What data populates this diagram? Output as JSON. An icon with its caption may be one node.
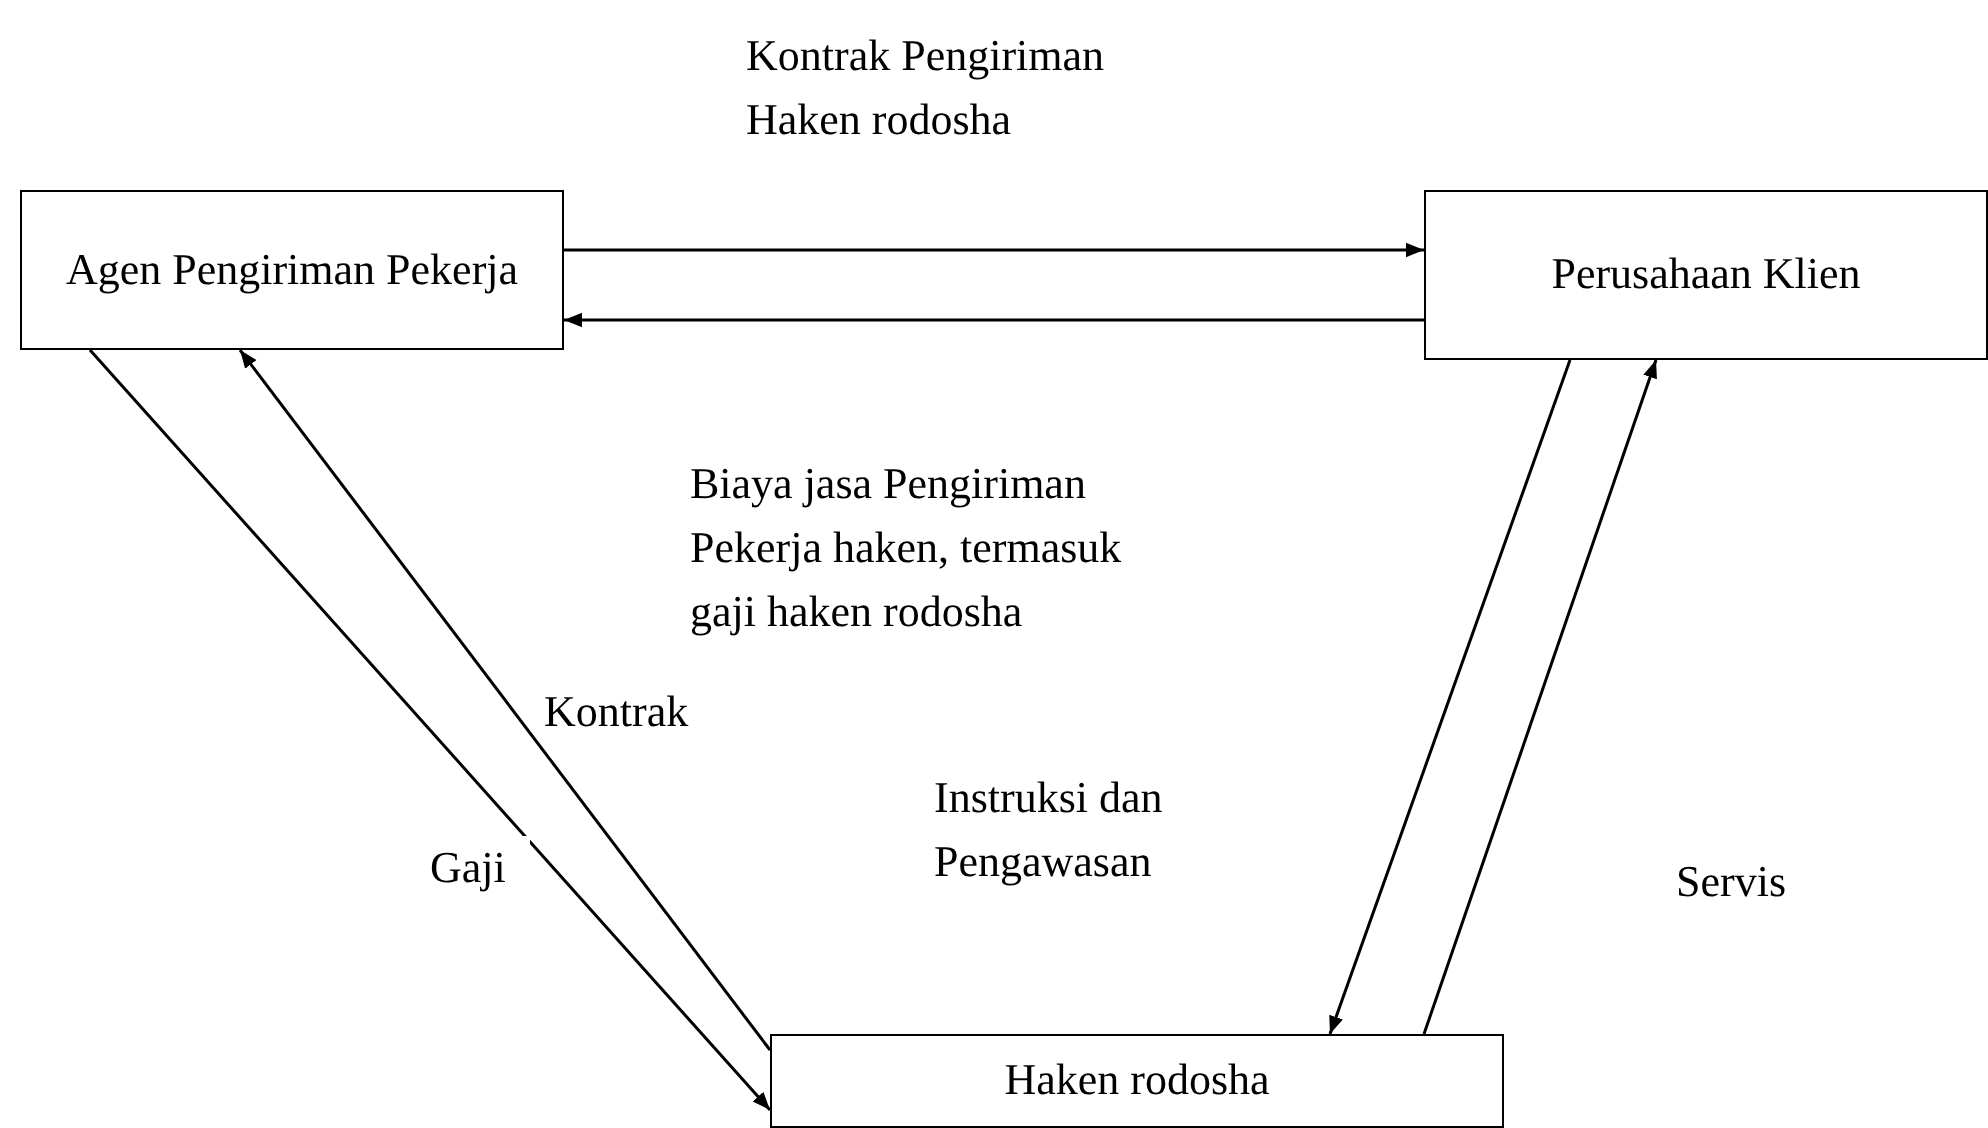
{
  "diagram": {
    "nodes": [
      {
        "text": [
          "Agen Pengiriman Pekerja"
        ]
      },
      {
        "text": [
          "Perusahaan Klien"
        ]
      },
      {
        "text": [
          "Haken rodosha"
        ]
      }
    ],
    "edges": [
      {
        "from": 0,
        "to": 1,
        "arrow": "to",
        "label": "Kontrak Pengiriman Haken rodosha"
      },
      {
        "from": 1,
        "to": 0,
        "arrow": "to",
        "label": "Biaya jasa Pengiriman Pekerja haken, termasuk gaji haken rodosha"
      },
      {
        "from": 0,
        "to": 2,
        "arrow": "to",
        "label": "Gaji"
      },
      {
        "from": 2,
        "to": 0,
        "arrow": "to",
        "label": "Kontrak"
      },
      {
        "from": 1,
        "to": 2,
        "arrow": "to",
        "label": "Instruksi dan Pengawasan"
      },
      {
        "from": 2,
        "to": 1,
        "arrow": "to",
        "label": "Servis"
      }
    ]
  }
}
